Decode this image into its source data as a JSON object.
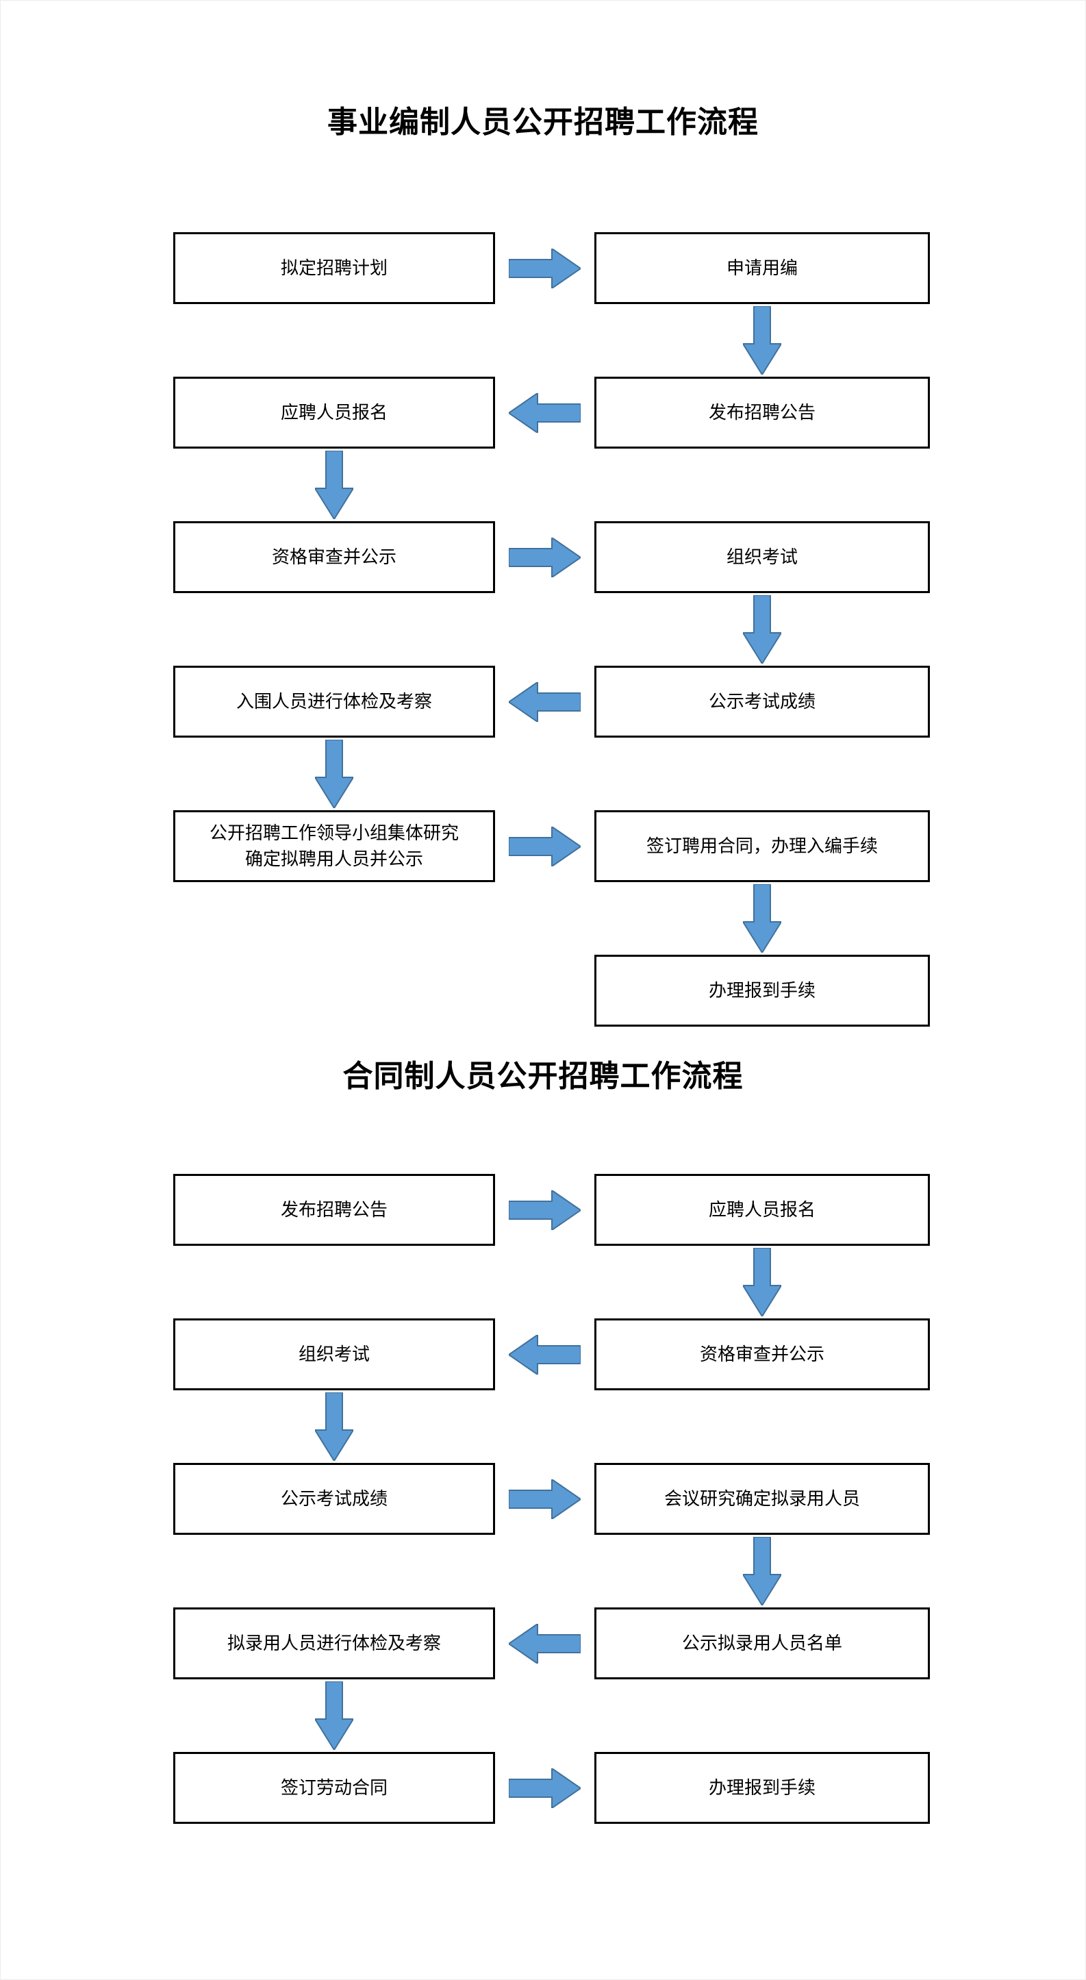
{
  "colors": {
    "arrow_fill": "#5b9bd5",
    "arrow_stroke": "#41719c",
    "box_border": "#000000",
    "background": "#ffffff"
  },
  "icons": {
    "arrow_right": "right-block-arrow",
    "arrow_left": "left-block-arrow",
    "arrow_down": "down-block-arrow"
  },
  "sections": [
    {
      "title": "事业编制人员公开招聘工作流程",
      "rows": [
        {
          "left": "拟定招聘计划",
          "arrow": "right",
          "right": "申请用编"
        },
        {
          "left": "应聘人员报名",
          "arrow": "left",
          "right": "发布招聘公告"
        },
        {
          "left": "资格审查并公示",
          "arrow": "right",
          "right": "组织考试"
        },
        {
          "left": "入围人员进行体检及考察",
          "arrow": "left",
          "right": "公示考试成绩"
        },
        {
          "left": "公开招聘工作领导小组集体研究\n确定拟聘用人员并公示",
          "arrow": "right",
          "right": "签订聘用合同，办理入编手续"
        }
      ],
      "final": "办理报到手续"
    },
    {
      "title": "合同制人员公开招聘工作流程",
      "rows": [
        {
          "left": "发布招聘公告",
          "arrow": "right",
          "right": "应聘人员报名"
        },
        {
          "left": "组织考试",
          "arrow": "left",
          "right": "资格审查并公示"
        },
        {
          "left": "公示考试成绩",
          "arrow": "right",
          "right": "会议研究确定拟录用人员"
        },
        {
          "left": "拟录用人员进行体检及考察",
          "arrow": "left",
          "right": "公示拟录用人员名单"
        },
        {
          "left": "签订劳动合同",
          "arrow": "right",
          "right": "办理报到手续"
        }
      ]
    }
  ]
}
